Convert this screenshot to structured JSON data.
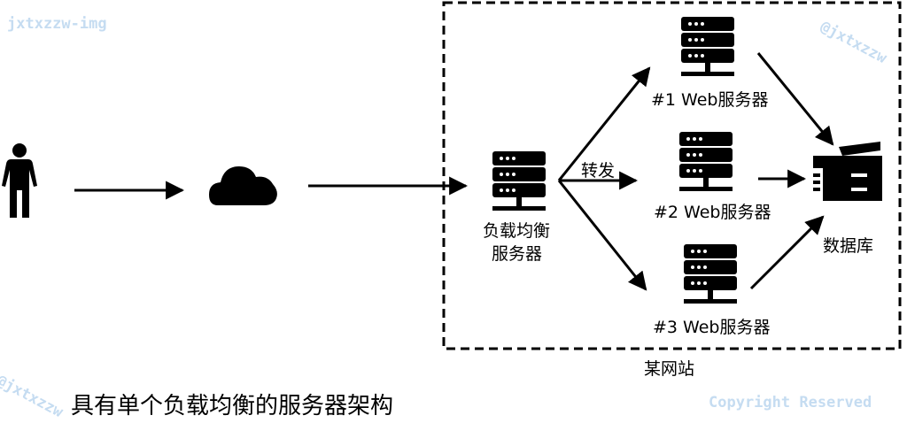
{
  "watermark": {
    "top_left": "jxtxzzw-img",
    "top_right": "@jxtxzzw",
    "bottom_left": "@jxtxzzw",
    "bottom_right": "Copyright Reserved",
    "color": "#c5dcf1"
  },
  "nodes": {
    "user": {
      "icon": "person-icon"
    },
    "internet": {
      "icon": "cloud-icon"
    },
    "load_balancer": {
      "icon": "server-icon",
      "label_line1": "负载均衡",
      "label_line2": "服务器"
    },
    "web_servers": [
      {
        "icon": "server-icon",
        "label": "#1 Web服务器"
      },
      {
        "icon": "server-icon",
        "label": "#2 Web服务器"
      },
      {
        "icon": "server-icon",
        "label": "#3 Web服务器"
      }
    ],
    "database": {
      "icon": "database-icon",
      "label": "数据库"
    }
  },
  "edges": {
    "forward_label": "转发"
  },
  "website_box": {
    "label": "某网站"
  },
  "caption": "具有单个负载均衡的服务器架构",
  "colors": {
    "ink": "#000000",
    "background": "#ffffff"
  }
}
